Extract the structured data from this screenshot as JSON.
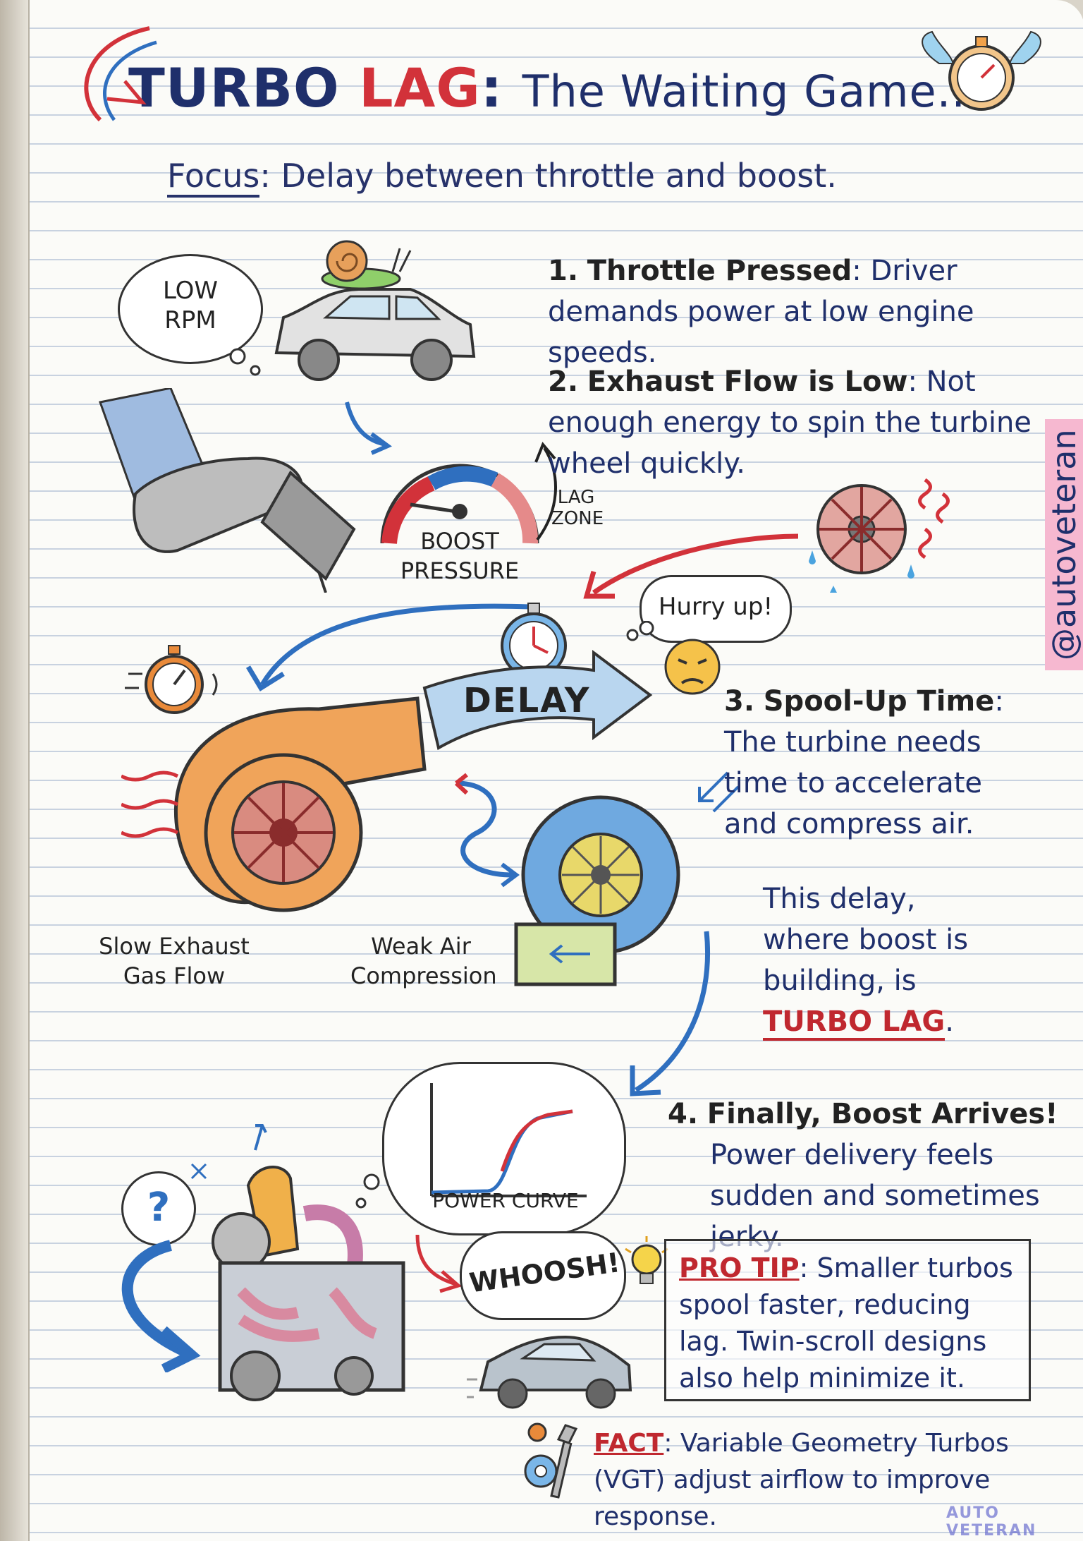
{
  "title": {
    "part1": "TURBO",
    "part2": "LAG",
    "sep": ":",
    "part3": "The Waiting Game..."
  },
  "focus": {
    "label": "Focus",
    "text": ": Delay between throttle and boost."
  },
  "bubbles": {
    "low_rpm": "LOW RPM",
    "hurry": "Hurry up!",
    "whoosh": "WHOOSH!",
    "question": "?"
  },
  "gauge": {
    "label": "BOOST PRESSURE",
    "zone": "LAG ZONE"
  },
  "delay_label": "DELAY",
  "turbo_labels": {
    "exhaust": "Slow Exhaust Gas Flow",
    "air": "Weak Air Compression"
  },
  "power_curve_label": "POWER CURVE",
  "steps": [
    {
      "num": "1.",
      "lead": "Throttle Pressed",
      "text": ": Driver demands power at low engine speeds."
    },
    {
      "num": "2.",
      "lead": "Exhaust Flow is Low",
      "text": ": Not enough energy to spin the turbine wheel quickly."
    },
    {
      "num": "3.",
      "lead": "Spool-Up Time",
      "text": ": The turbine needs time to accelerate and compress air."
    },
    {
      "num": "4.",
      "lead": "Finally, Boost Arrives!",
      "text": "Power delivery feels sudden and sometimes jerky."
    }
  ],
  "conclusion": {
    "text": "This delay, where boost is building, is",
    "emph": "TURBO LAG",
    "end": "."
  },
  "pro_tip": {
    "label": "PRO TIP",
    "text": ": Smaller turbos spool faster, reducing lag. Twin-scroll designs also help minimize it."
  },
  "fact": {
    "label": "FACT",
    "text": ": Variable Geometry Turbos (VGT) adjust airflow to improve response."
  },
  "handle": "@autoveteran",
  "watermark": "AUTO VETERAN",
  "colors": {
    "ink": "#1f2f6b",
    "red": "#d2323a",
    "blue": "#2f6fbf",
    "orange": "#e98a3a"
  }
}
